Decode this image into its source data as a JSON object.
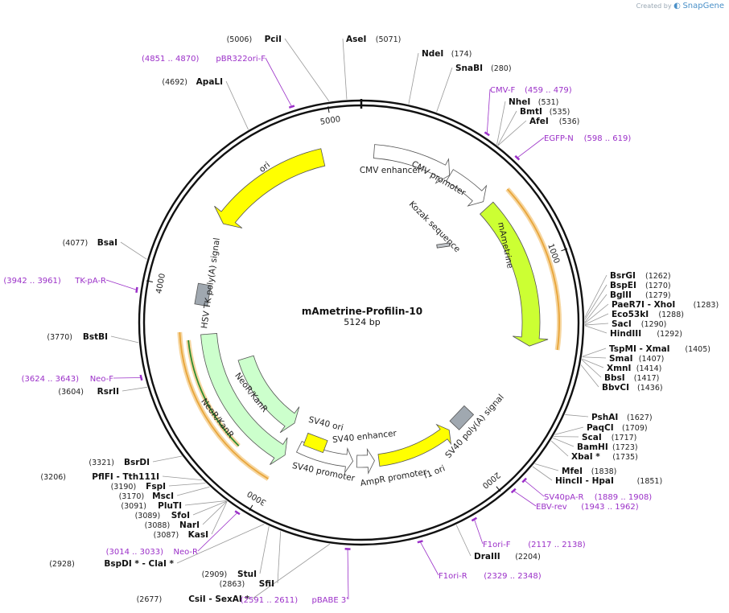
{
  "watermark": {
    "prefix": "Created by",
    "brand": "SnapGene"
  },
  "plasmid": {
    "name": "mAmetrine-Profilin-10",
    "size_label": "5124 bp",
    "length": 5124
  },
  "ticks": [
    {
      "label": "1000",
      "pos": 1000
    },
    {
      "label": "2000",
      "pos": 2000
    },
    {
      "label": "3000",
      "pos": 3000
    },
    {
      "label": "4000",
      "pos": 4000
    },
    {
      "label": "5000",
      "pos": 5000
    }
  ],
  "features": [
    {
      "name": "CMV enhancer",
      "label": "CMV enhancer",
      "start": 61,
      "end": 440,
      "type": "outline"
    },
    {
      "name": "CMV promoter",
      "label": "CMV promoter",
      "start": 441,
      "end": 644,
      "type": "outline"
    },
    {
      "name": "Kozak",
      "label": "Kozak sequence",
      "start": 660,
      "end": 670,
      "type": "gray"
    },
    {
      "name": "mAmetrine",
      "label": "mAmetrine",
      "start": 677,
      "end": 1394,
      "type": "green"
    },
    {
      "name": "SV40 polyA",
      "label": "SV40 poly(A) signal",
      "start": 1840,
      "end": 1960,
      "type": "gray"
    },
    {
      "name": "f1 ori",
      "label": "f1 ori",
      "start": 2003,
      "end": 2458,
      "type": "yellow",
      "reverse": true
    },
    {
      "name": "AmpR promoter",
      "label": "AmpR promoter",
      "start": 2484,
      "end": 2588,
      "type": "outline",
      "reverse": true
    },
    {
      "name": "SV40 promoter",
      "label": "SV40 promoter",
      "start": 2611,
      "end": 2940,
      "type": "outline",
      "reverse": true
    },
    {
      "name": "SV40 enhancer",
      "label": "SV40 enhancer",
      "start": 2800,
      "end": 2890,
      "type": "none"
    },
    {
      "name": "SV40 ori",
      "label": "SV40 ori",
      "start": 2791,
      "end": 2926,
      "type": "yellow-box"
    },
    {
      "name": "NeoR/KanR 1",
      "label": "NeoR/KanR",
      "start": 2988,
      "end": 3782,
      "type": "lightgreen",
      "reverse": true
    },
    {
      "name": "NeoR/KanR 2",
      "label": "NeoR/KanR",
      "start": 3040,
      "end": 3600,
      "type": "lightgreen",
      "reverse": true
    },
    {
      "name": "HSV TK polyA",
      "label": "HSV TK poly(A) signal",
      "start": 3960,
      "end": 4010,
      "type": "gray"
    },
    {
      "name": "ori",
      "label": "ori",
      "start": 4350,
      "end": 4938,
      "type": "yellow",
      "reverse": true
    }
  ],
  "orf_arcs": [
    {
      "name": "mAmetrine ORF",
      "start": 677,
      "end": 1394,
      "color": "#e8a53a"
    },
    {
      "name": "NeoR ORF",
      "start": 3000,
      "end": 3800,
      "color": "#e8a53a"
    },
    {
      "name": "NeoR inner",
      "start": 3200,
      "end": 3760,
      "color": "#2e8b2e"
    }
  ],
  "sites": [
    {
      "name": "PciI",
      "pos": "(5006)",
      "at": 5006,
      "side": "left"
    },
    {
      "name": "AseI",
      "pos": "(5071)",
      "at": 5071,
      "side": "right"
    },
    {
      "name": "NdeI",
      "pos": "(174)",
      "at": 174,
      "side": "right"
    },
    {
      "name": "SnaBI",
      "pos": "(280)",
      "at": 280,
      "side": "right"
    },
    {
      "name": "NheI",
      "pos": "(531)",
      "at": 531,
      "side": "right"
    },
    {
      "name": "BmtI",
      "pos": "(535)",
      "at": 535,
      "side": "right"
    },
    {
      "name": "AfeI",
      "pos": "(536)",
      "at": 536,
      "side": "right"
    },
    {
      "name": "BsrGI",
      "pos": "(1262)",
      "at": 1262,
      "side": "right"
    },
    {
      "name": "BspEI",
      "pos": "(1270)",
      "at": 1270,
      "side": "right"
    },
    {
      "name": "BglII",
      "pos": "(1279)",
      "at": 1279,
      "side": "right"
    },
    {
      "name": "PaeR7I - XhoI",
      "pos": "(1283)",
      "at": 1283,
      "side": "right"
    },
    {
      "name": "Eco53kI",
      "pos": "(1288)",
      "at": 1288,
      "side": "right"
    },
    {
      "name": "SacI",
      "pos": "(1290)",
      "at": 1290,
      "side": "right"
    },
    {
      "name": "HindIII",
      "pos": "(1292)",
      "at": 1292,
      "side": "right"
    },
    {
      "name": "TspMI - XmaI",
      "pos": "(1405)",
      "at": 1405,
      "side": "right"
    },
    {
      "name": "SmaI",
      "pos": "(1407)",
      "at": 1407,
      "side": "right"
    },
    {
      "name": "XmnI",
      "pos": "(1414)",
      "at": 1414,
      "side": "right"
    },
    {
      "name": "BbsI",
      "pos": "(1417)",
      "at": 1417,
      "side": "right"
    },
    {
      "name": "BbvCI",
      "pos": "(1436)",
      "at": 1436,
      "side": "right"
    },
    {
      "name": "PshAI",
      "pos": "(1627)",
      "at": 1627,
      "side": "right"
    },
    {
      "name": "PaqCI",
      "pos": "(1709)",
      "at": 1709,
      "side": "right"
    },
    {
      "name": "ScaI",
      "pos": "(1717)",
      "at": 1717,
      "side": "right"
    },
    {
      "name": "BamHI",
      "pos": "(1723)",
      "at": 1723,
      "side": "right"
    },
    {
      "name": "XbaI *",
      "pos": "(1735)",
      "at": 1735,
      "side": "right"
    },
    {
      "name": "MfeI",
      "pos": "(1838)",
      "at": 1838,
      "side": "right"
    },
    {
      "name": "HincII - HpaI",
      "pos": "(1851)",
      "at": 1851,
      "side": "right"
    },
    {
      "name": "DraIII",
      "pos": "(2204)",
      "at": 2204,
      "side": "right"
    },
    {
      "name": "CsiI - SexAI *",
      "pos": "(2677)",
      "at": 2677,
      "side": "left"
    },
    {
      "name": "SfiI",
      "pos": "(2863)",
      "at": 2863,
      "side": "left"
    },
    {
      "name": "StuI",
      "pos": "(2909)",
      "at": 2909,
      "side": "left"
    },
    {
      "name": "BspDI * - ClaI *",
      "pos": "(2928)",
      "at": 2928,
      "side": "left"
    },
    {
      "name": "KasI",
      "pos": "(3087)",
      "at": 3087,
      "side": "left"
    },
    {
      "name": "NarI",
      "pos": "(3088)",
      "at": 3088,
      "side": "left"
    },
    {
      "name": "SfoI",
      "pos": "(3089)",
      "at": 3089,
      "side": "left"
    },
    {
      "name": "PluTI",
      "pos": "(3091)",
      "at": 3091,
      "side": "left"
    },
    {
      "name": "MscI",
      "pos": "(3170)",
      "at": 3170,
      "side": "left"
    },
    {
      "name": "FspI",
      "pos": "(3190)",
      "at": 3190,
      "side": "left"
    },
    {
      "name": "PflFI - Tth111I",
      "pos": "(3206)",
      "at": 3206,
      "side": "left"
    },
    {
      "name": "BsrDI",
      "pos": "(3321)",
      "at": 3321,
      "side": "left"
    },
    {
      "name": "RsrII",
      "pos": "(3604)",
      "at": 3604,
      "side": "left"
    },
    {
      "name": "BstBI",
      "pos": "(3770)",
      "at": 3770,
      "side": "left"
    },
    {
      "name": "BsaI",
      "pos": "(4077)",
      "at": 4077,
      "side": "left"
    },
    {
      "name": "ApaLI",
      "pos": "(4692)",
      "at": 4692,
      "side": "left"
    }
  ],
  "primers": [
    {
      "name": "pBR322ori-F",
      "range": "(4851 .. 4870)",
      "at": 4860,
      "side": "left"
    },
    {
      "name": "CMV-F",
      "range": "(459 .. 479)",
      "at": 469,
      "side": "right"
    },
    {
      "name": "EGFP-N",
      "range": "(598 .. 619)",
      "at": 608,
      "side": "right"
    },
    {
      "name": "SV40pA-R",
      "range": "(1889 .. 1908)",
      "at": 1898,
      "side": "right"
    },
    {
      "name": "EBV-rev",
      "range": "(1943 .. 1962)",
      "at": 1952,
      "side": "right"
    },
    {
      "name": "F1ori-F",
      "range": "(2117 .. 2138)",
      "at": 2127,
      "side": "right"
    },
    {
      "name": "F1ori-R",
      "range": "(2329 .. 2348)",
      "at": 2338,
      "side": "right"
    },
    {
      "name": "pBABE 3'",
      "range": "(2591 .. 2611)",
      "at": 2601,
      "side": "left"
    },
    {
      "name": "Neo-R",
      "range": "(3014 .. 3033)",
      "at": 3023,
      "side": "left"
    },
    {
      "name": "Neo-F",
      "range": "(3624 .. 3643)",
      "at": 3633,
      "side": "left"
    },
    {
      "name": "TK-pA-R",
      "range": "(3942 .. 3961)",
      "at": 3951,
      "side": "left"
    }
  ],
  "colors": {
    "backbone": "#111111",
    "primer": "#9b30c8",
    "ori": "#ffff00",
    "mametrine": "#ccff33",
    "neor": "#ccffcc",
    "gray": "#a0a8b0",
    "orf": "#e8a53a"
  }
}
